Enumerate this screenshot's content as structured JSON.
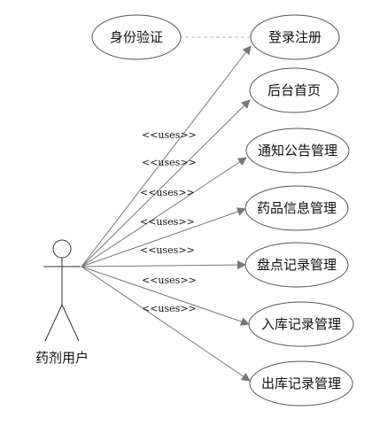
{
  "actor": {
    "name": "药剂用户"
  },
  "use_cases": [
    {
      "id": "auth",
      "label": "身份验证"
    },
    {
      "id": "login",
      "label": "登录注册"
    },
    {
      "id": "home",
      "label": "后台首页"
    },
    {
      "id": "notice",
      "label": "通知公告管理"
    },
    {
      "id": "drug",
      "label": "药品信息管理"
    },
    {
      "id": "inventory",
      "label": "盘点记录管理"
    },
    {
      "id": "stockin",
      "label": "入库记录管理"
    },
    {
      "id": "stockout",
      "label": "出库记录管理"
    }
  ],
  "associations": [
    {
      "to": "login",
      "stereotype": "<<uses>>"
    },
    {
      "to": "home",
      "stereotype": "<<uses>>"
    },
    {
      "to": "notice",
      "stereotype": "<<uses>>"
    },
    {
      "to": "drug",
      "stereotype": "<<uses>>"
    },
    {
      "to": "inventory",
      "stereotype": "<<uses>>"
    },
    {
      "to": "stockin",
      "stereotype": "<<uses>>"
    },
    {
      "to": "stockout",
      "stereotype": "<<uses>>"
    }
  ],
  "dependency": {
    "from": "login",
    "to": "auth",
    "style": "dashed"
  },
  "colors": {
    "line": "#777777",
    "arrow": "#777777",
    "stroke": "#555555",
    "text": "#111111"
  }
}
